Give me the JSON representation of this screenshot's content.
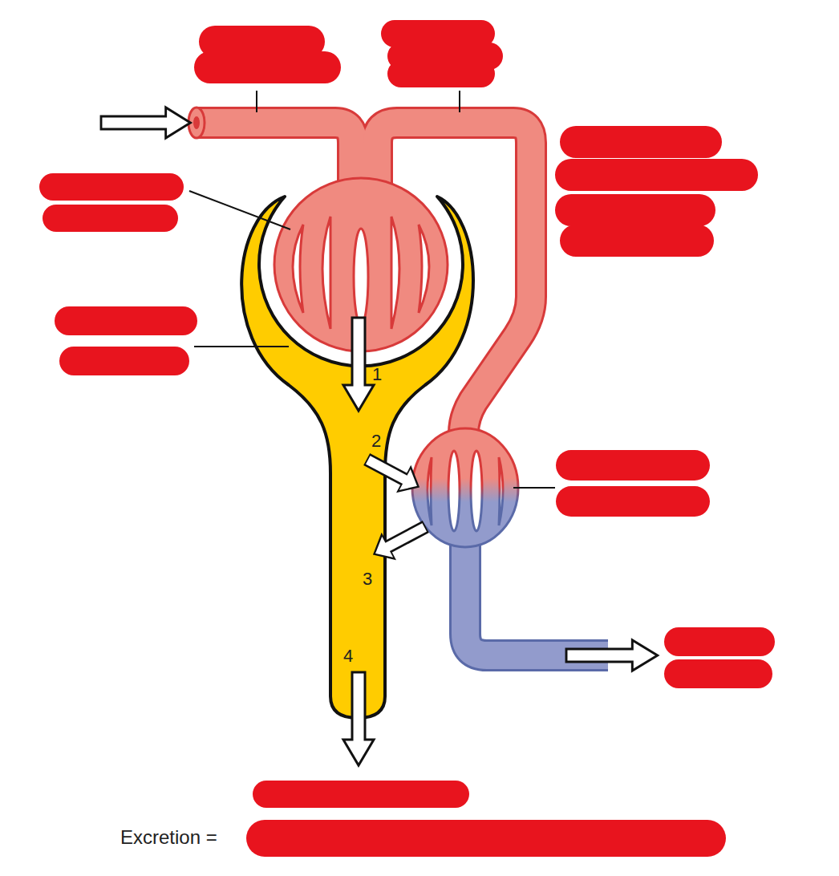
{
  "diagram": {
    "labels": [
      "1",
      "2",
      "3",
      "4",
      "Excretion ="
    ]
  }
}
